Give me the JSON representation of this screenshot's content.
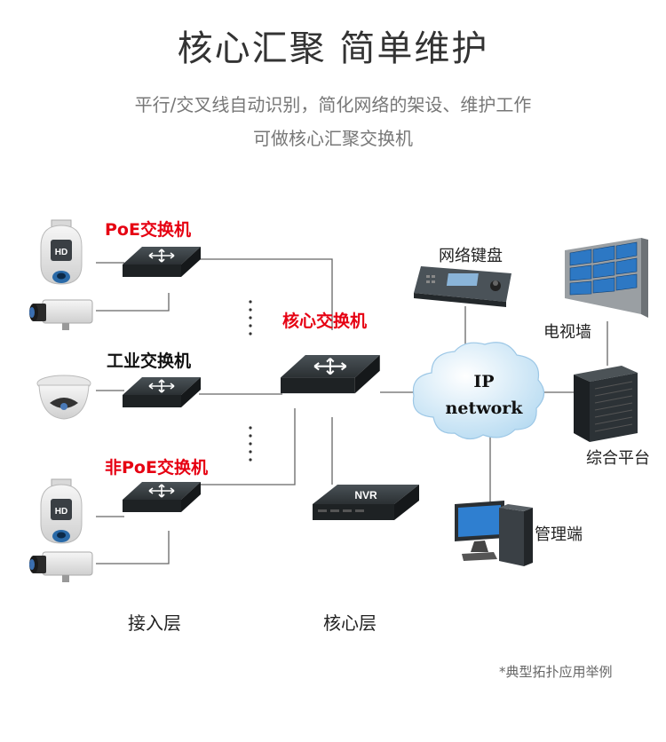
{
  "title": "核心汇聚 简单维护",
  "subtitle_line1": "平行/交叉线自动识别，简化网络的架设、维护工作",
  "subtitle_line2": "可做核心汇聚交换机",
  "labels": {
    "poe_switch": "PoE交换机",
    "industrial_switch": "工业交换机",
    "non_poe_switch": "非PoE交换机",
    "core_switch": "核心交换机",
    "network_keyboard": "网络键盘",
    "video_wall": "电视墙",
    "integrated_platform": "综合平台",
    "management": "管理端",
    "access_layer": "接入层",
    "core_layer": "核心层",
    "ip_line1": "IP",
    "ip_line2": "network",
    "nvr": "NVR",
    "hd": "HD"
  },
  "note": "*典型拓扑应用举例",
  "colors": {
    "red": "#e60012",
    "switch_dark": "#2b3033",
    "line": "#666666",
    "cloud": "#cfe6f6"
  }
}
